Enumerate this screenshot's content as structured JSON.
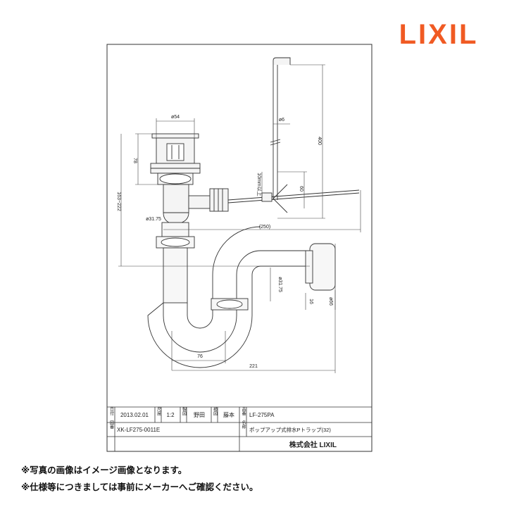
{
  "brand": {
    "logo_text": "LIXIL",
    "color": "#f05a23"
  },
  "drawing": {
    "dimensions": {
      "d54": "ø54",
      "d6": "ø6",
      "h400": "400",
      "h78": "78",
      "h163_222": "163~222",
      "h10": "10mm以上",
      "h60": "60",
      "d3175_top": "ø31.75",
      "w250": "(250)",
      "d3175_mid": "ø31.75",
      "w16": "16",
      "d66": "ø66",
      "w76": "76",
      "w221": "221"
    },
    "title_block": {
      "date_label": "日付",
      "date_value": "2013.02.01",
      "scale_label": "尺度",
      "scale_value": "1:2",
      "drawn_label": "製図",
      "drawn_value": "野田",
      "check_label": "検図",
      "check_value": "藤本",
      "model_label": "品番",
      "model_value": "LF-275PA",
      "drawing_no_label": "図番",
      "drawing_no_value": "XK-LF275-0011E",
      "name_label": "名称",
      "name_value": "ポップアップ式排水Pトラップ(32)",
      "company": "株式会社 LIXIL"
    }
  },
  "notes": {
    "note1": "※写真の画像はイメージ画像となります。",
    "note2": "※仕様等につきましては事前にメーカーへご確認ください。"
  }
}
